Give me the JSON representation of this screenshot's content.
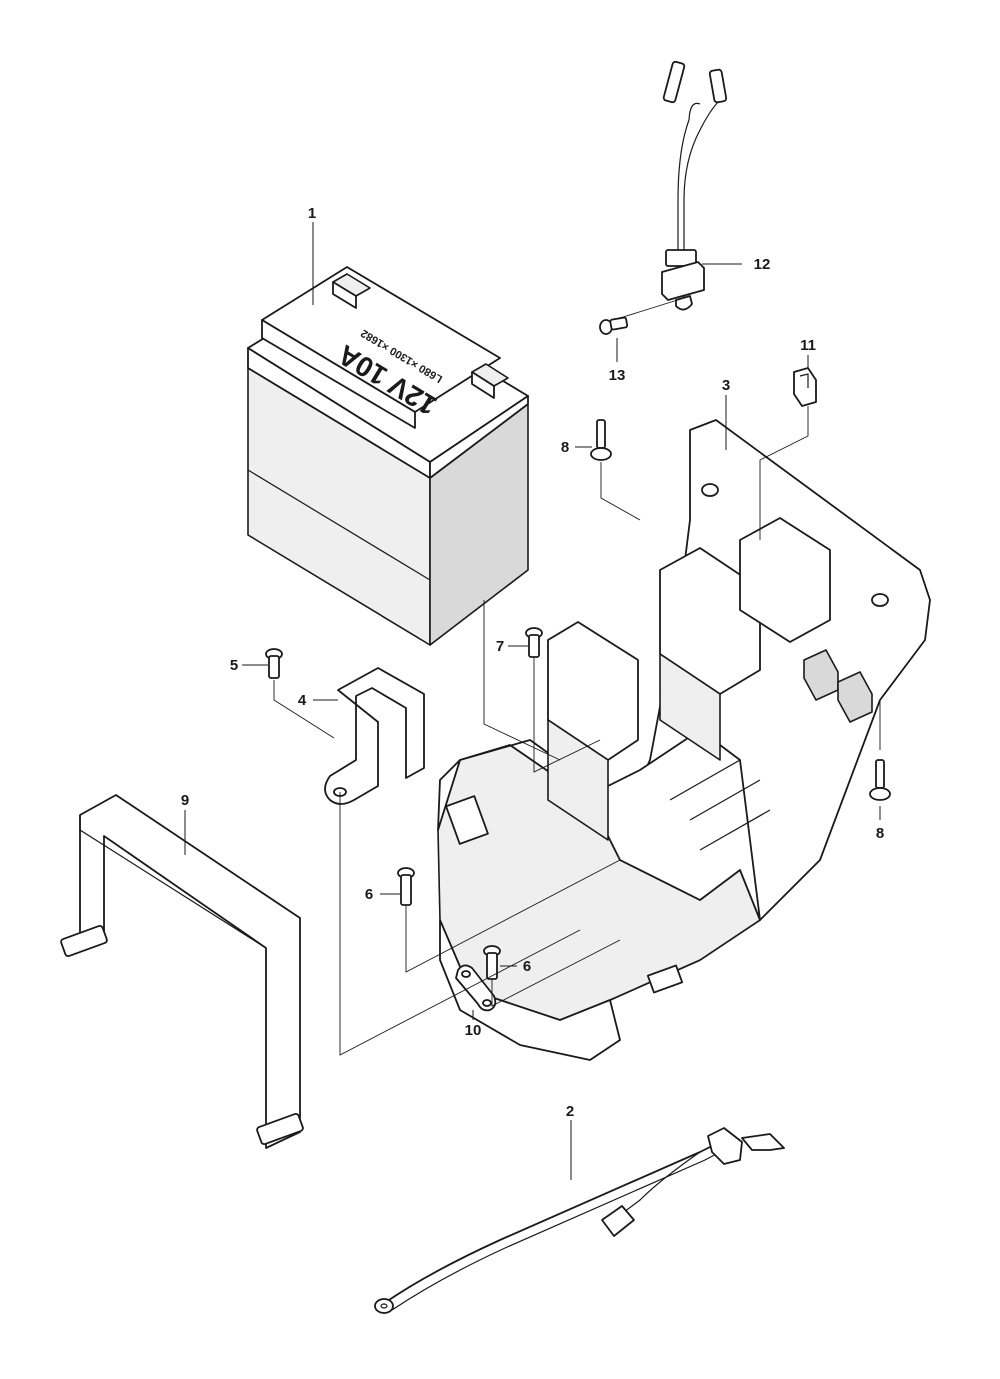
{
  "battery": {
    "rating": "12V 10A",
    "model": "L680 ×1300 ×1682"
  },
  "callouts": [
    {
      "id": "c1",
      "label": "1"
    },
    {
      "id": "c2",
      "label": "2"
    },
    {
      "id": "c3",
      "label": "3"
    },
    {
      "id": "c4",
      "label": "4"
    },
    {
      "id": "c5",
      "label": "5"
    },
    {
      "id": "c6a",
      "label": "6"
    },
    {
      "id": "c6b",
      "label": "6"
    },
    {
      "id": "c7",
      "label": "7"
    },
    {
      "id": "c8a",
      "label": "8"
    },
    {
      "id": "c8b",
      "label": "8"
    },
    {
      "id": "c9",
      "label": "9"
    },
    {
      "id": "c10",
      "label": "10"
    },
    {
      "id": "c11",
      "label": "11"
    },
    {
      "id": "c12",
      "label": "12"
    },
    {
      "id": "c13",
      "label": "13"
    }
  ]
}
